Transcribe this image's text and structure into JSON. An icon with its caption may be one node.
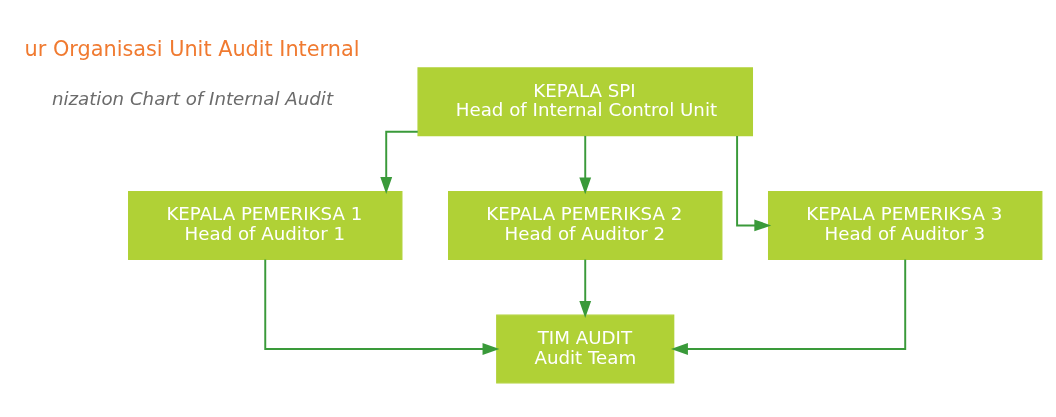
{
  "diagram": {
    "title": "ur Organisasi Unit Audit Internal",
    "nodes": [
      {
        "text": [
          "KEPALA SPI",
          "Head of Internal Control Unit"
        ]
      },
      {
        "text": [
          "KEPALA PEMERIKSA 1",
          "Head of Auditor 1"
        ]
      },
      {
        "text": [
          "KEPALA PEMERIKSA 2",
          "Head of Auditor 2"
        ]
      },
      {
        "text": [
          "KEPALA PEMERIKSA 3",
          "Head of Auditor 3"
        ]
      },
      {
        "text": [
          "TIM AUDIT",
          "Audit Team"
        ]
      }
    ],
    "edges": [
      {
        "from": 0,
        "to": 1,
        "arrow": "to"
      },
      {
        "from": 0,
        "to": 2,
        "arrow": "to"
      },
      {
        "from": 0,
        "to": 3,
        "arrow": "to"
      },
      {
        "from": 1,
        "to": 4,
        "arrow": "to"
      },
      {
        "from": 2,
        "to": 4,
        "arrow": "to"
      },
      {
        "from": 3,
        "to": 4,
        "arrow": "to"
      }
    ],
    "labels": [
      "nization Chart of Internal Audit"
    ]
  }
}
